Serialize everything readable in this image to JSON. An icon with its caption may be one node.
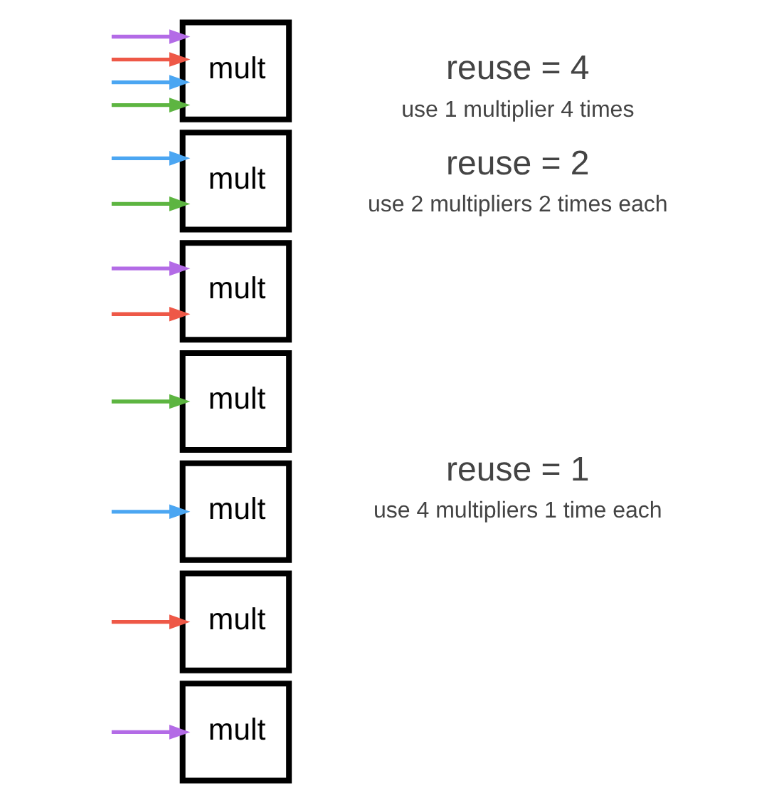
{
  "diagram": {
    "nodes": [
      {
        "text": [
          "mult"
        ]
      },
      {
        "text": [
          "mult"
        ]
      },
      {
        "text": [
          "mult"
        ]
      },
      {
        "text": [
          "mult"
        ]
      },
      {
        "text": [
          "mult"
        ]
      },
      {
        "text": [
          "mult"
        ]
      },
      {
        "text": [
          "mult"
        ]
      }
    ],
    "edges": [
      {
        "from": null,
        "to": 0,
        "arrow": "to",
        "color": "#b36be6"
      },
      {
        "from": null,
        "to": 0,
        "arrow": "to",
        "color": "#ee5847"
      },
      {
        "from": null,
        "to": 0,
        "arrow": "to",
        "color": "#4ba6f2"
      },
      {
        "from": null,
        "to": 0,
        "arrow": "to",
        "color": "#5db541"
      },
      {
        "from": null,
        "to": 1,
        "arrow": "to",
        "color": "#4ba6f2"
      },
      {
        "from": null,
        "to": 1,
        "arrow": "to",
        "color": "#5db541"
      },
      {
        "from": null,
        "to": 2,
        "arrow": "to",
        "color": "#b36be6"
      },
      {
        "from": null,
        "to": 2,
        "arrow": "to",
        "color": "#ee5847"
      },
      {
        "from": null,
        "to": 3,
        "arrow": "to",
        "color": "#5db541"
      },
      {
        "from": null,
        "to": 4,
        "arrow": "to",
        "color": "#4ba6f2"
      },
      {
        "from": null,
        "to": 5,
        "arrow": "to",
        "color": "#ee5847"
      },
      {
        "from": null,
        "to": 6,
        "arrow": "to",
        "color": "#b36be6"
      }
    ],
    "labels": [
      "reuse = 4",
      "use 1 multiplier 4 times",
      "reuse = 2",
      "use 2 multipliers 2 times each",
      "reuse = 1",
      "use 4 multipliers 1 time each"
    ]
  }
}
